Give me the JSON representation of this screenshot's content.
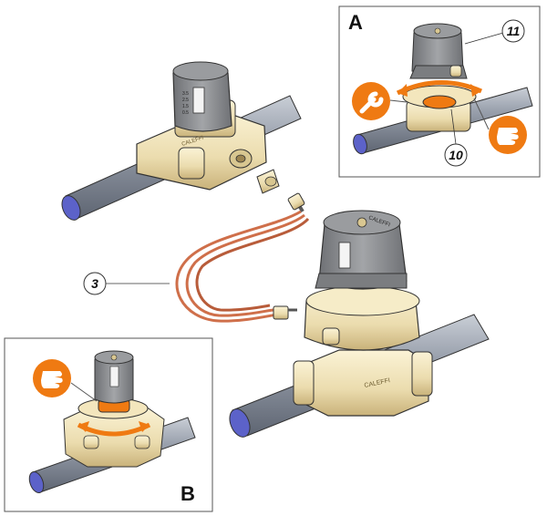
{
  "panels": {
    "a": {
      "letter": "A"
    },
    "b": {
      "letter": "B"
    }
  },
  "callouts": {
    "c3": "3",
    "c10": "10",
    "c11": "11"
  },
  "valve_labels": {
    "top_body": "CALEFFI",
    "big_head": "CALEFFI",
    "big_body": "CALEFFI",
    "scale": [
      "3.5",
      "2.5",
      "1.5",
      "0.5"
    ]
  },
  "colors": {
    "brass": "#efe2b8",
    "brass_dark": "#b79d5e",
    "pipe": "#7d8596",
    "pipe_end": "#5c62c9",
    "cap": "#8b8d90",
    "orange": "#ef7a12",
    "copper": "#cf6f4a"
  },
  "icons": [
    "wrench-icon",
    "hand-icon"
  ]
}
